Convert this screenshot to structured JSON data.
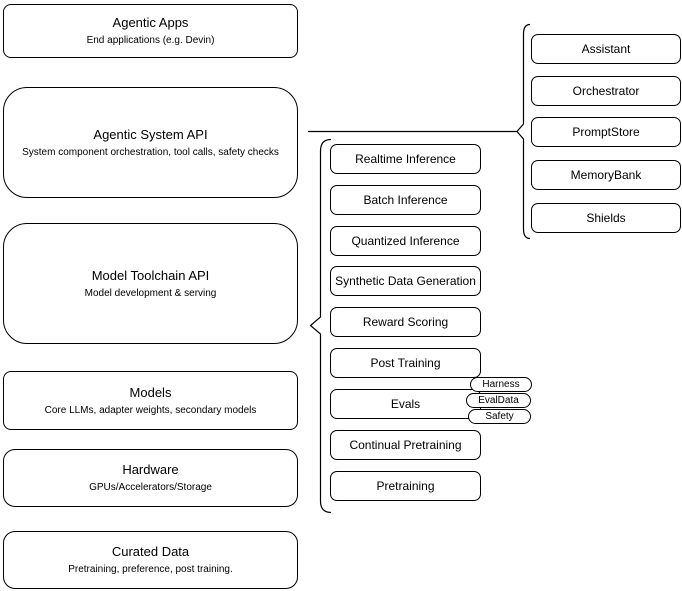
{
  "diagram": {
    "title": "Agentic system stack diagram",
    "colors": {
      "stroke": "#000000",
      "fill": "#ffffff",
      "text": "#000000"
    },
    "stack_nodes": [
      {
        "title": "Agentic Apps",
        "subtitle": "End applications (e.g. Devin)"
      },
      {
        "title": "Agentic System API",
        "subtitle": "System component orchestration, tool calls, safety checks"
      },
      {
        "title": "Model Toolchain API",
        "subtitle": "Model development & serving"
      },
      {
        "title": "Models",
        "subtitle": "Core LLMs, adapter weights, secondary models"
      },
      {
        "title": "Hardware",
        "subtitle": "GPUs/Accelerators/Storage"
      },
      {
        "title": "Curated Data",
        "subtitle": "Pretraining, preference, post training."
      }
    ],
    "toolchain_nodes": [
      {
        "label": "Realtime Inference"
      },
      {
        "label": "Batch Inference"
      },
      {
        "label": "Quantized Inference"
      },
      {
        "label": "Synthetic Data Generation"
      },
      {
        "label": "Reward Scoring"
      },
      {
        "label": "Post Training"
      },
      {
        "label": "Evals"
      },
      {
        "label": "Continual Pretraining"
      },
      {
        "label": "Pretraining"
      }
    ],
    "system_component_nodes": [
      {
        "label": "Assistant"
      },
      {
        "label": "Orchestrator"
      },
      {
        "label": "PromptStore"
      },
      {
        "label": "MemoryBank"
      },
      {
        "label": "Shields"
      }
    ],
    "eval_tags": [
      {
        "label": "Harness"
      },
      {
        "label": "EvalData"
      },
      {
        "label": "Safety"
      }
    ]
  }
}
